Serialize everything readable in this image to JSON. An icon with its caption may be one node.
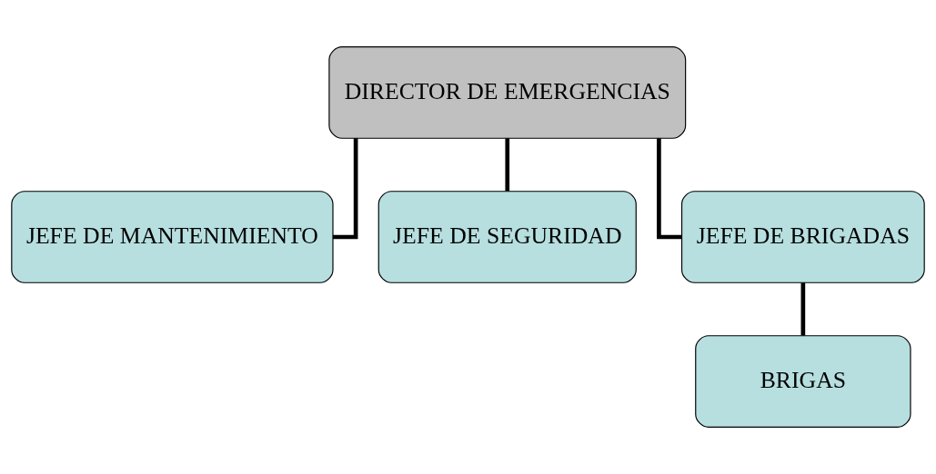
{
  "diagram": {
    "nodes": [
      {
        "text": [
          "DIRECTOR DE EMERGENCIAS"
        ]
      },
      {
        "text": [
          "JEFE DE MANTENIMIENTO"
        ]
      },
      {
        "text": [
          "JEFE DE SEGURIDAD"
        ]
      },
      {
        "text": [
          "JEFE DE BRIGADAS"
        ]
      },
      {
        "text": [
          "BRIGAS"
        ]
      }
    ],
    "edges": [
      {
        "from": 0,
        "to": 1,
        "arrow": "none"
      },
      {
        "from": 0,
        "to": 2,
        "arrow": "none"
      },
      {
        "from": 0,
        "to": 3,
        "arrow": "none"
      },
      {
        "from": 3,
        "to": 4,
        "arrow": "none"
      }
    ]
  }
}
